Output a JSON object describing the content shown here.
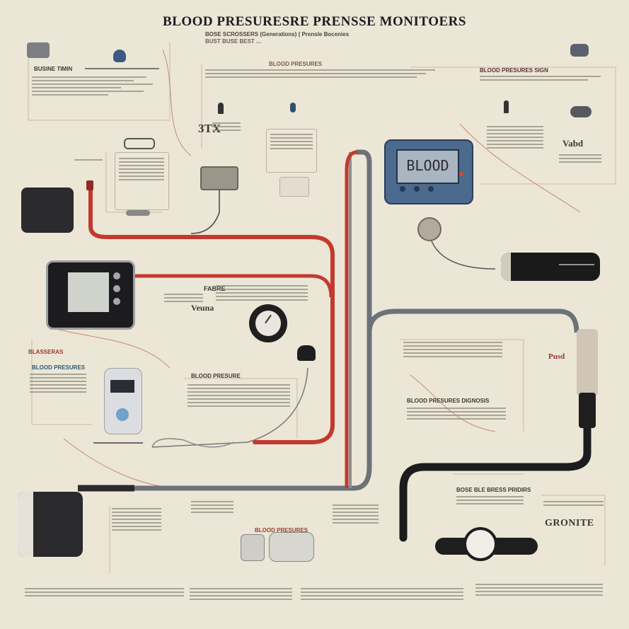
{
  "title": "BLOOD PRESURESRE PRENSSE MONITOERS",
  "subtitle_lines": [
    "BOSE SCROSSERS (Generations) ( Prensle Bocenies",
    "BUST BUSE BEST ..."
  ],
  "labels": {
    "top_left_heading": "BUSINE TIMIN",
    "top_right_heading": "BLOOD PRESURES SIGN",
    "center_top_heading": "BLOOD PRESURES",
    "device_label_1": "3TX",
    "device_label_2": "FABRE",
    "device_label_3": "Veuna",
    "left_mid_heading": "BLASSERAS",
    "left_mid_sub": "BLOOD PRESURES",
    "center_mid_heading": "BLOOD PRESURE",
    "right_mid_heading": "Pusd",
    "right_lower_heading": "BLOOD PRESURES DIGNOSIS",
    "right_bottom_heading": "BOSE BLE BRESS PRIDIRS",
    "big_word": "GRONITE",
    "bottom_center_heading": "BLOOD PRESURES",
    "small_right_tag": "Vabd",
    "monitor_screen": "BLOOD"
  },
  "colors": {
    "background": "#ece6d6",
    "red_tube": "#c2392e",
    "grey_tube": "#6d7178",
    "black_tube": "#1c1c1e",
    "monitor_blue": "#4b6a8e"
  }
}
